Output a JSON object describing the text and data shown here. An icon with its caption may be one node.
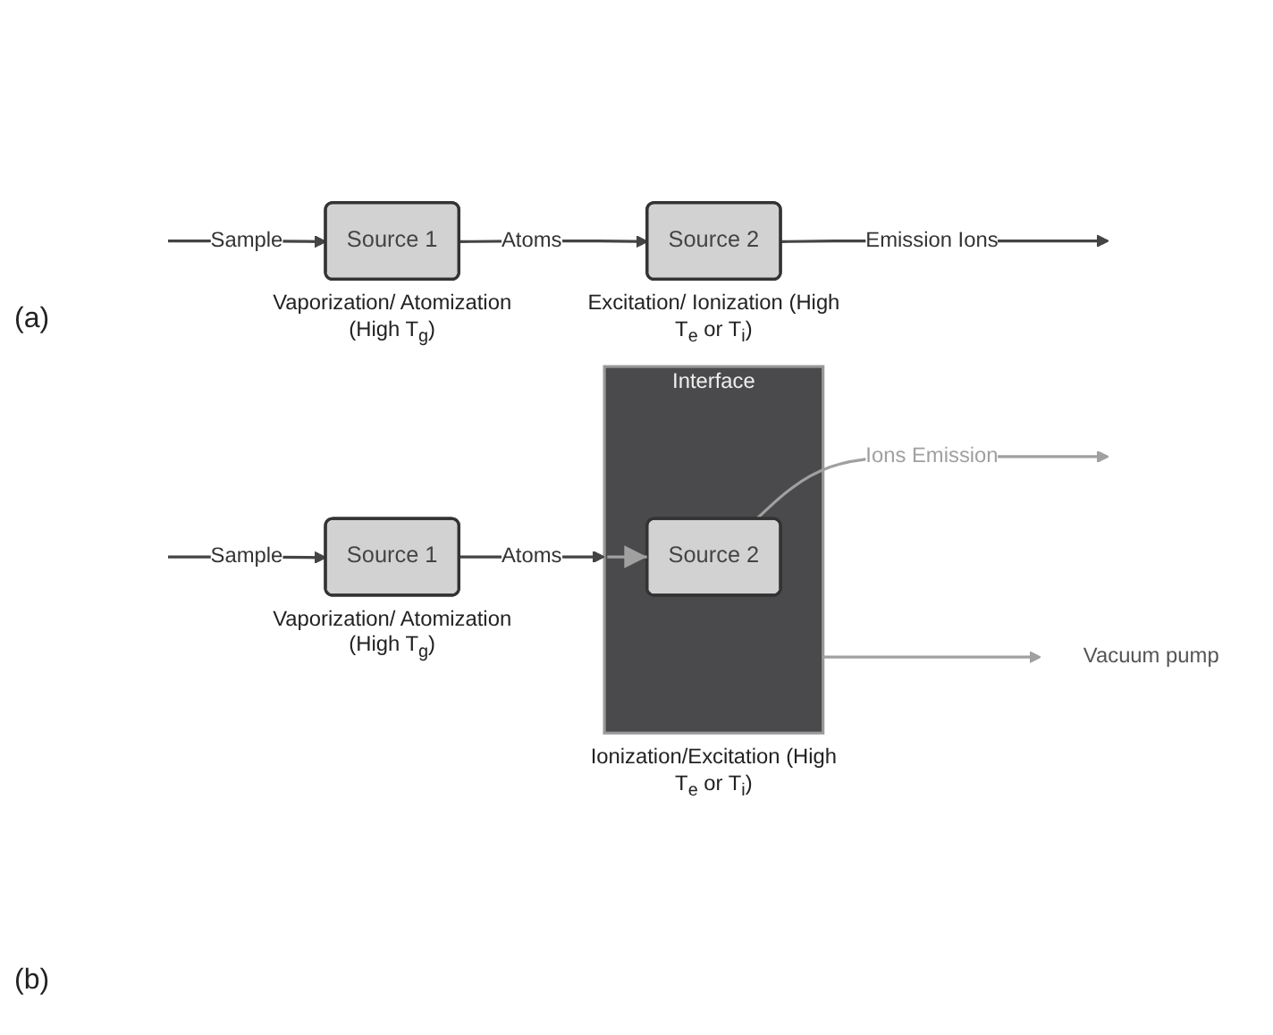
{
  "diagram": {
    "nodes": [
      {
        "text": [
          "Source 1"
        ],
        "beside": [
          "Vaporization/ Atomization (High T$_{g}$)"
        ]
      },
      {
        "text": [
          "Source 2"
        ],
        "beside": [
          "Excitation/ Ionization (High T$_{e}$ or T$_{i}$)"
        ]
      },
      {
        "text": [
          "Source 1"
        ],
        "beside": [
          "Vaporization/ Atomization (High T$_{g}$)"
        ]
      },
      {
        "text": [
          "Interface"
        ],
        "beside": [
          "Ionization/Excitation (High T$_{e}$ or T$_{i}$)"
        ]
      },
      {
        "text": [
          "Source 2"
        ],
        "in": 3
      },
      {
        "text": [
          "Vacuum pump"
        ]
      }
    ],
    "edges": [
      {
        "from": null,
        "to": 0,
        "arrow": "to",
        "label": "Sample"
      },
      {
        "from": 0,
        "to": 1,
        "arrow": "to",
        "label": "Atoms"
      },
      {
        "from": 1,
        "to": null,
        "arrow": "to",
        "label": "Emission Ions"
      },
      {
        "from": null,
        "to": 2,
        "arrow": "to",
        "label": "Sample"
      },
      {
        "from": 2,
        "to": 3,
        "arrow": "to",
        "label": "Atoms"
      },
      {
        "from": 3,
        "to": 4,
        "arrow": "to",
        "color": "#a0a0a0"
      },
      {
        "from": 4,
        "to": null,
        "arrow": "to",
        "label": "Ions Emission",
        "color": "#a0a0a0"
      },
      {
        "from": 3,
        "to": 5,
        "arrow": "to",
        "color": "#a0a0a0"
      }
    ],
    "labels": [
      "(a)",
      "(b)"
    ]
  }
}
